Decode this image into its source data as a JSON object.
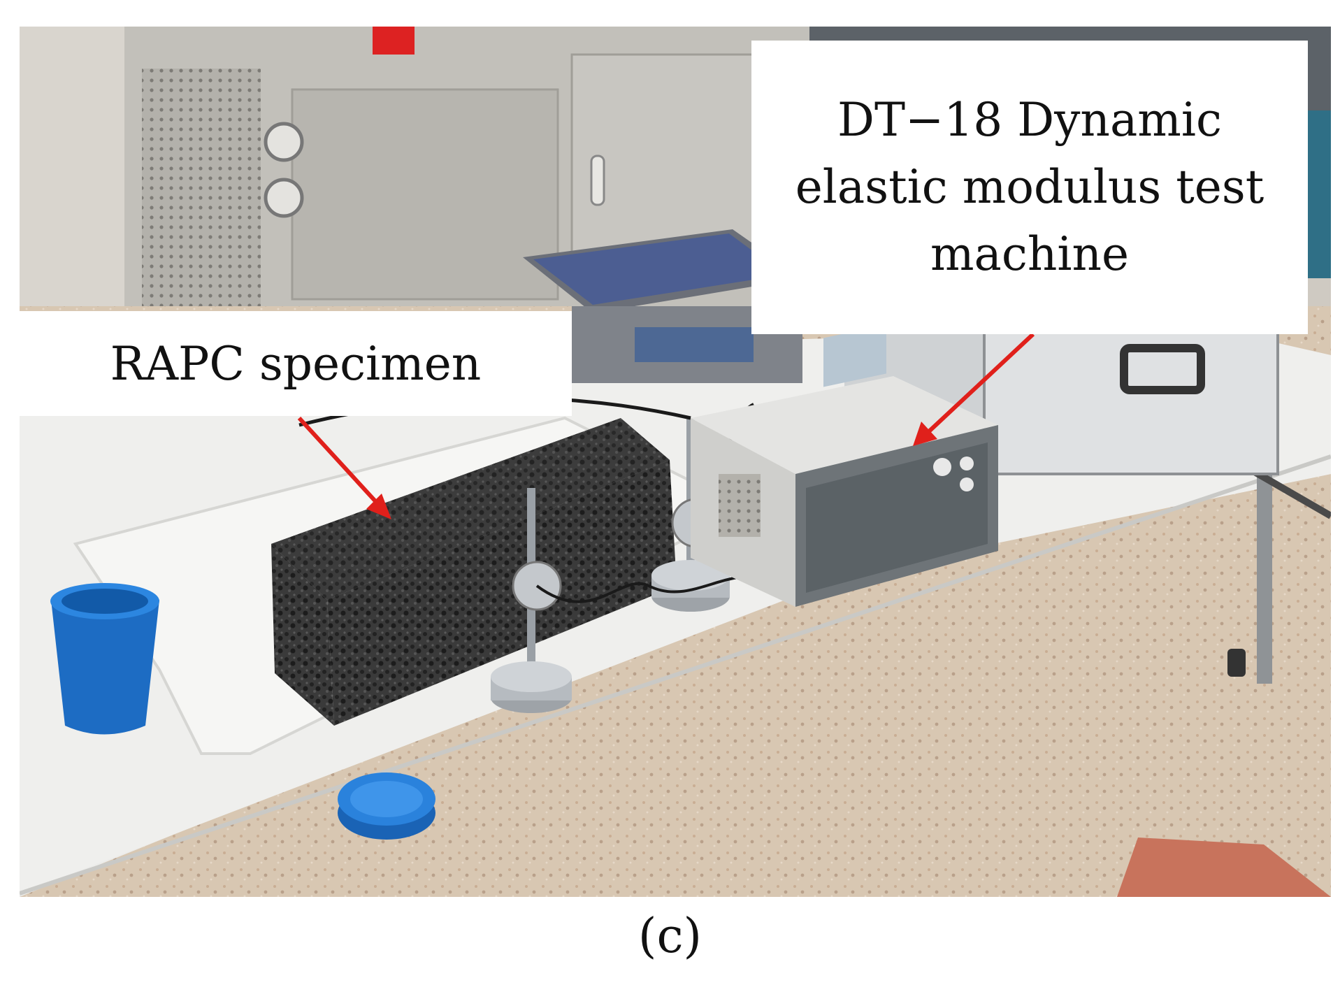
{
  "labels": {
    "specimen": "RAPC specimen",
    "machine_line1": "DT−18 Dynamic",
    "machine_line2": "elastic modulus test",
    "machine_line3": "machine"
  },
  "caption": "(c)",
  "colors": {
    "arrow": "#e0201b",
    "specimen": "#2e2e2e",
    "table": "#ececea",
    "floor": "#d9c9b4",
    "cabinet": "#bdbbb5",
    "cup": "#1f6fc4"
  }
}
